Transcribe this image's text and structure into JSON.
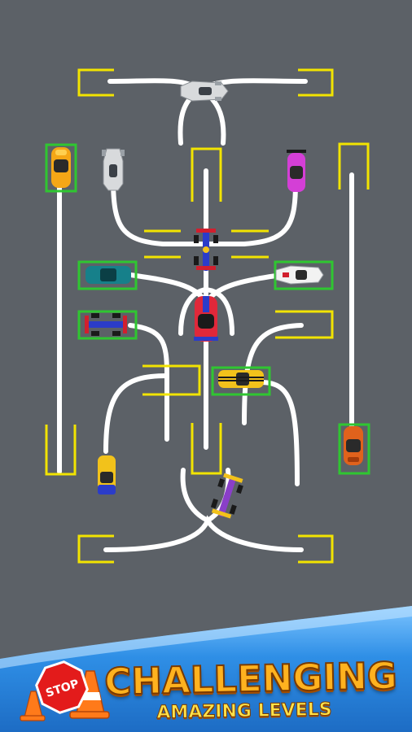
{
  "banner": {
    "headline": "CHALLENGING",
    "subline": "AMAZING LEVELS",
    "sign_text": "STOP"
  },
  "colors": {
    "road": "#5c6167",
    "path_line": "#ffffff",
    "slot_outline": "#f2e400",
    "occupied_slot_outline": "#2fc631",
    "banner_blue": "#2f8fe6",
    "headline_orange": "#ffb21f"
  },
  "cars": [
    {
      "name": "car-orange-top-left",
      "color": "#f5a716",
      "kind": "sports car"
    },
    {
      "name": "car-silver-top-center",
      "color": "#d8dadc",
      "kind": "jet car"
    },
    {
      "name": "car-silver-left",
      "color": "#d8dadc",
      "kind": "jet car"
    },
    {
      "name": "car-magenta-right",
      "color": "#d43fd6",
      "kind": "sports car"
    },
    {
      "name": "car-formula-blue-red-top",
      "color": "#2b3cc9",
      "kind": "formula car"
    },
    {
      "name": "car-teal-sedan",
      "color": "#16808a",
      "kind": "sedan"
    },
    {
      "name": "car-white-racer",
      "color": "#f2f2f2",
      "kind": "racer"
    },
    {
      "name": "car-formula-red-left",
      "color": "#d11f2e",
      "kind": "formula car"
    },
    {
      "name": "car-red-blue-center",
      "color": "#e0283a",
      "kind": "sports car"
    },
    {
      "name": "car-yellow-black-stripes",
      "color": "#f2c21b",
      "kind": "muscle car"
    },
    {
      "name": "car-yellow-blue-bottom-left",
      "color": "#f2c21b",
      "kind": "hatchback"
    },
    {
      "name": "car-formula-purple-bottom",
      "color": "#8a3fc9",
      "kind": "formula car"
    },
    {
      "name": "car-orange-right-parked",
      "color": "#e0621c",
      "kind": "sports car"
    }
  ]
}
